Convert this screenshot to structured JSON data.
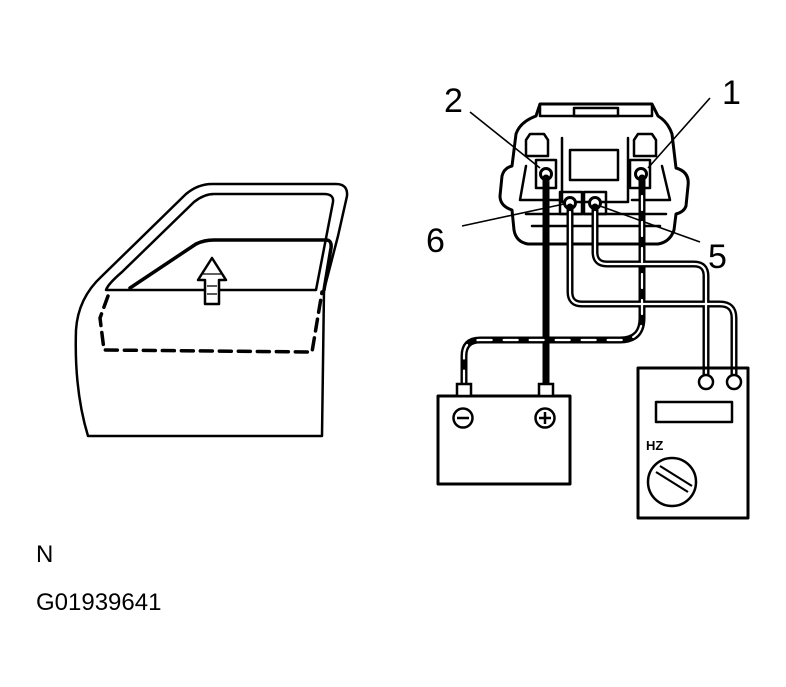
{
  "terminal_labels": {
    "t1": "1",
    "t2": "2",
    "t5": "5",
    "t6": "6"
  },
  "meter_label": "HZ",
  "corner_letter": "N",
  "figure_id": "G01939641",
  "icons": {
    "door": "car-door-icon",
    "arrow": "window-up-arrow-icon",
    "battery": "battery-icon",
    "meter": "frequency-meter-icon",
    "connector": "motor-connector-icon"
  }
}
